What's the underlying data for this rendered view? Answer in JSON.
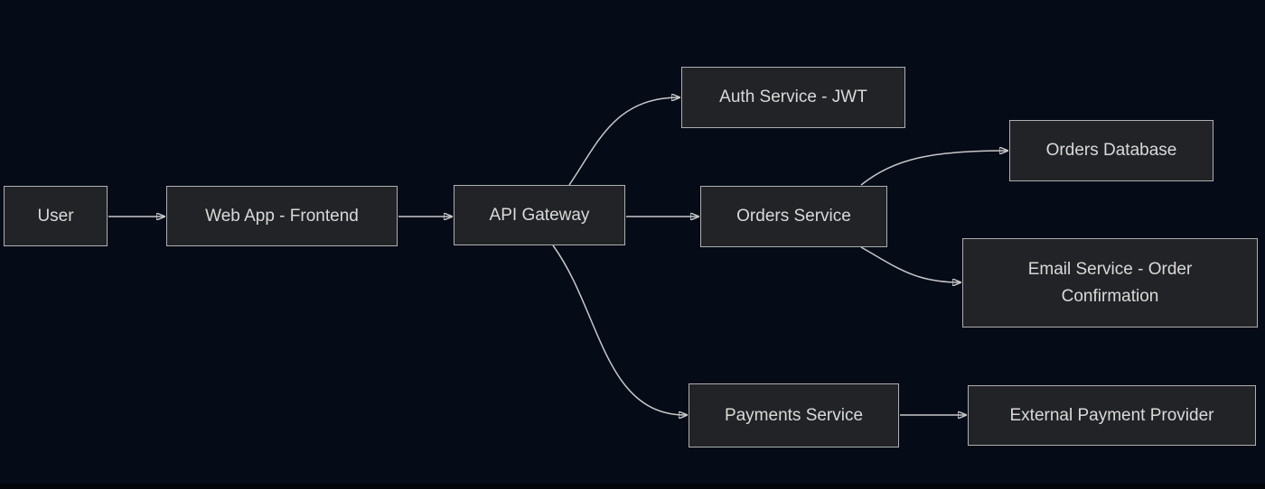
{
  "diagram": {
    "type": "flowchart",
    "direction": "left-to-right",
    "nodes": [
      {
        "id": "user",
        "label": "User"
      },
      {
        "id": "webapp",
        "label": "Web App - Frontend"
      },
      {
        "id": "gateway",
        "label": "API Gateway"
      },
      {
        "id": "auth",
        "label": "Auth Service - JWT"
      },
      {
        "id": "orders",
        "label": "Orders Service"
      },
      {
        "id": "ordersdb",
        "label": "Orders Database"
      },
      {
        "id": "email",
        "label": "Email Service - Order Confirmation"
      },
      {
        "id": "payments",
        "label": "Payments Service"
      },
      {
        "id": "extpay",
        "label": "External Payment Provider"
      }
    ],
    "edges": [
      {
        "from": "User",
        "to": "Web App - Frontend"
      },
      {
        "from": "Web App - Frontend",
        "to": "API Gateway"
      },
      {
        "from": "API Gateway",
        "to": "Auth Service - JWT"
      },
      {
        "from": "API Gateway",
        "to": "Orders Service"
      },
      {
        "from": "API Gateway",
        "to": "Payments Service"
      },
      {
        "from": "Orders Service",
        "to": "Orders Database"
      },
      {
        "from": "Orders Service",
        "to": "Email Service - Order Confirmation"
      },
      {
        "from": "Payments Service",
        "to": "External Payment Provider"
      }
    ],
    "colors": {
      "background": "#050b17",
      "node_fill": "#222326",
      "node_border": "#aeafb2",
      "node_text": "#d9d9d9",
      "edge": "#c8c8c8"
    }
  }
}
